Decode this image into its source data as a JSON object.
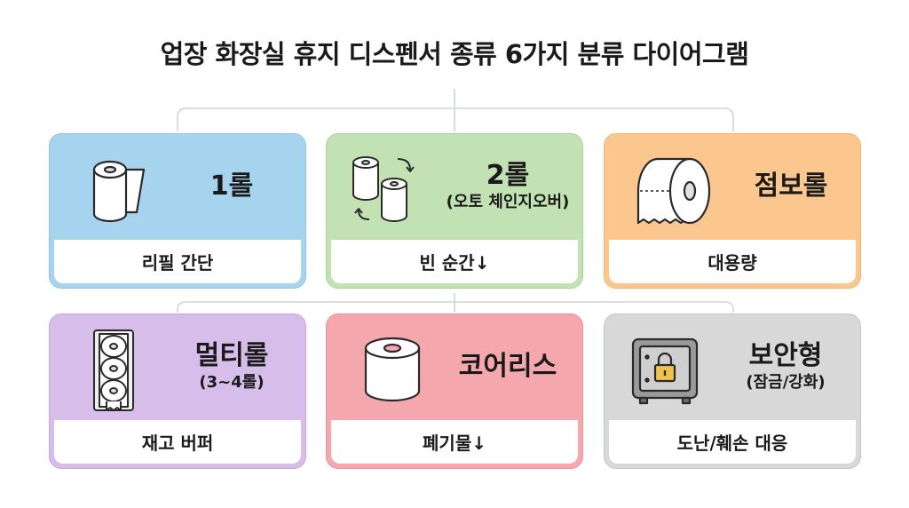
{
  "title": "업장 화장실 휴지 디스펜서 종류 6가지 분류 다이어그램",
  "cards": [
    {
      "main": "1롤",
      "sub": "",
      "desc": "리필 간단",
      "icon": "single-roll-icon",
      "color": "#a6d4ef",
      "border": "#8cc6ea"
    },
    {
      "main": "2롤",
      "sub": "(오토 체인지오버)",
      "desc": "빈 순간↓",
      "icon": "two-roll-changeover-icon",
      "color": "#c3e2b3",
      "border": "#a9d597"
    },
    {
      "main": "점보롤",
      "sub": "",
      "desc": "대용량",
      "icon": "jumbo-roll-icon",
      "color": "#fbc78e",
      "border": "#f6b370"
    },
    {
      "main": "멀티롤",
      "sub": "(3~4롤)",
      "desc": "재고 버퍼",
      "icon": "multi-roll-stack-icon",
      "color": "#d7bdea",
      "border": "#c7a6e0"
    },
    {
      "main": "코어리스",
      "sub": "",
      "desc": "폐기물↓",
      "icon": "coreless-roll-icon",
      "color": "#f4a7ac",
      "border": "#ee9097"
    },
    {
      "main": "보안형",
      "sub": "(잠금/강화)",
      "desc": "도난/훼손 대응",
      "icon": "lock-safe-icon",
      "color": "#d8d8d8",
      "border": "#c6c6c6"
    }
  ]
}
